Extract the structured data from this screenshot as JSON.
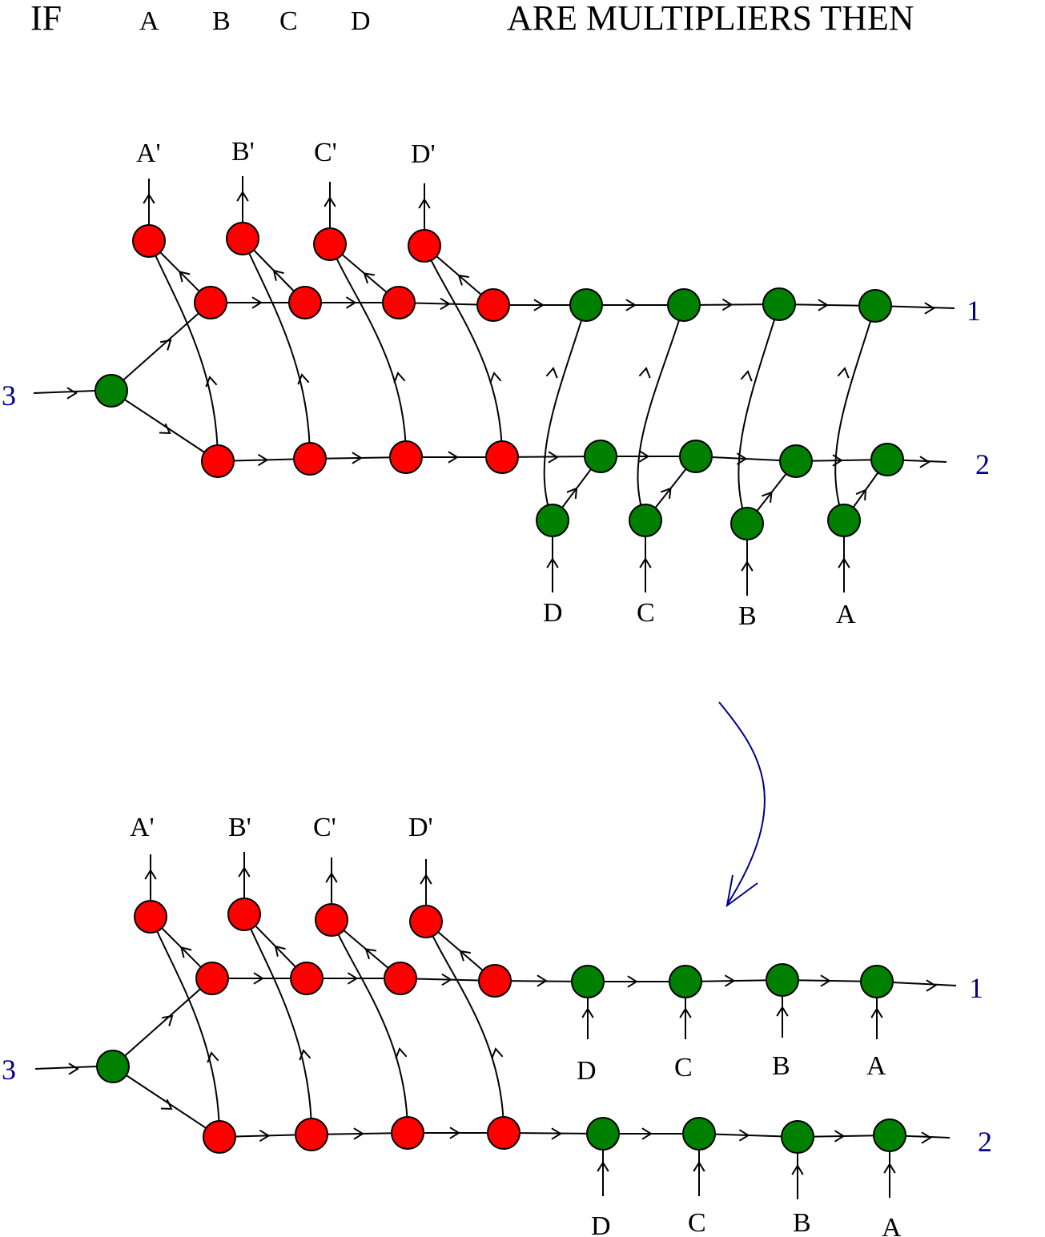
{
  "header": {
    "if_text": "IF",
    "symbols": [
      "A",
      "B",
      "C",
      "D"
    ],
    "tail_text": "ARE MULTIPLIERS THEN"
  },
  "colors": {
    "red_node": "#ff0000",
    "green_node": "#008000",
    "port_label": "#00008b",
    "line": "#000000",
    "transform_arrow": "#00008b"
  },
  "top_diagram": {
    "input_port": "3",
    "output_ports": [
      "1",
      "2"
    ],
    "primed_outputs": [
      "A'",
      "B'",
      "C'",
      "D'"
    ],
    "multiplier_inputs": [
      "D",
      "C",
      "B",
      "A"
    ]
  },
  "bottom_diagram": {
    "input_port": "3",
    "output_ports": [
      "1",
      "2"
    ],
    "primed_outputs": [
      "A'",
      "B'",
      "C'",
      "D'"
    ],
    "line1_inputs": [
      "D",
      "C",
      "B",
      "A"
    ],
    "line2_inputs": [
      "D",
      "C",
      "B",
      "A"
    ]
  }
}
